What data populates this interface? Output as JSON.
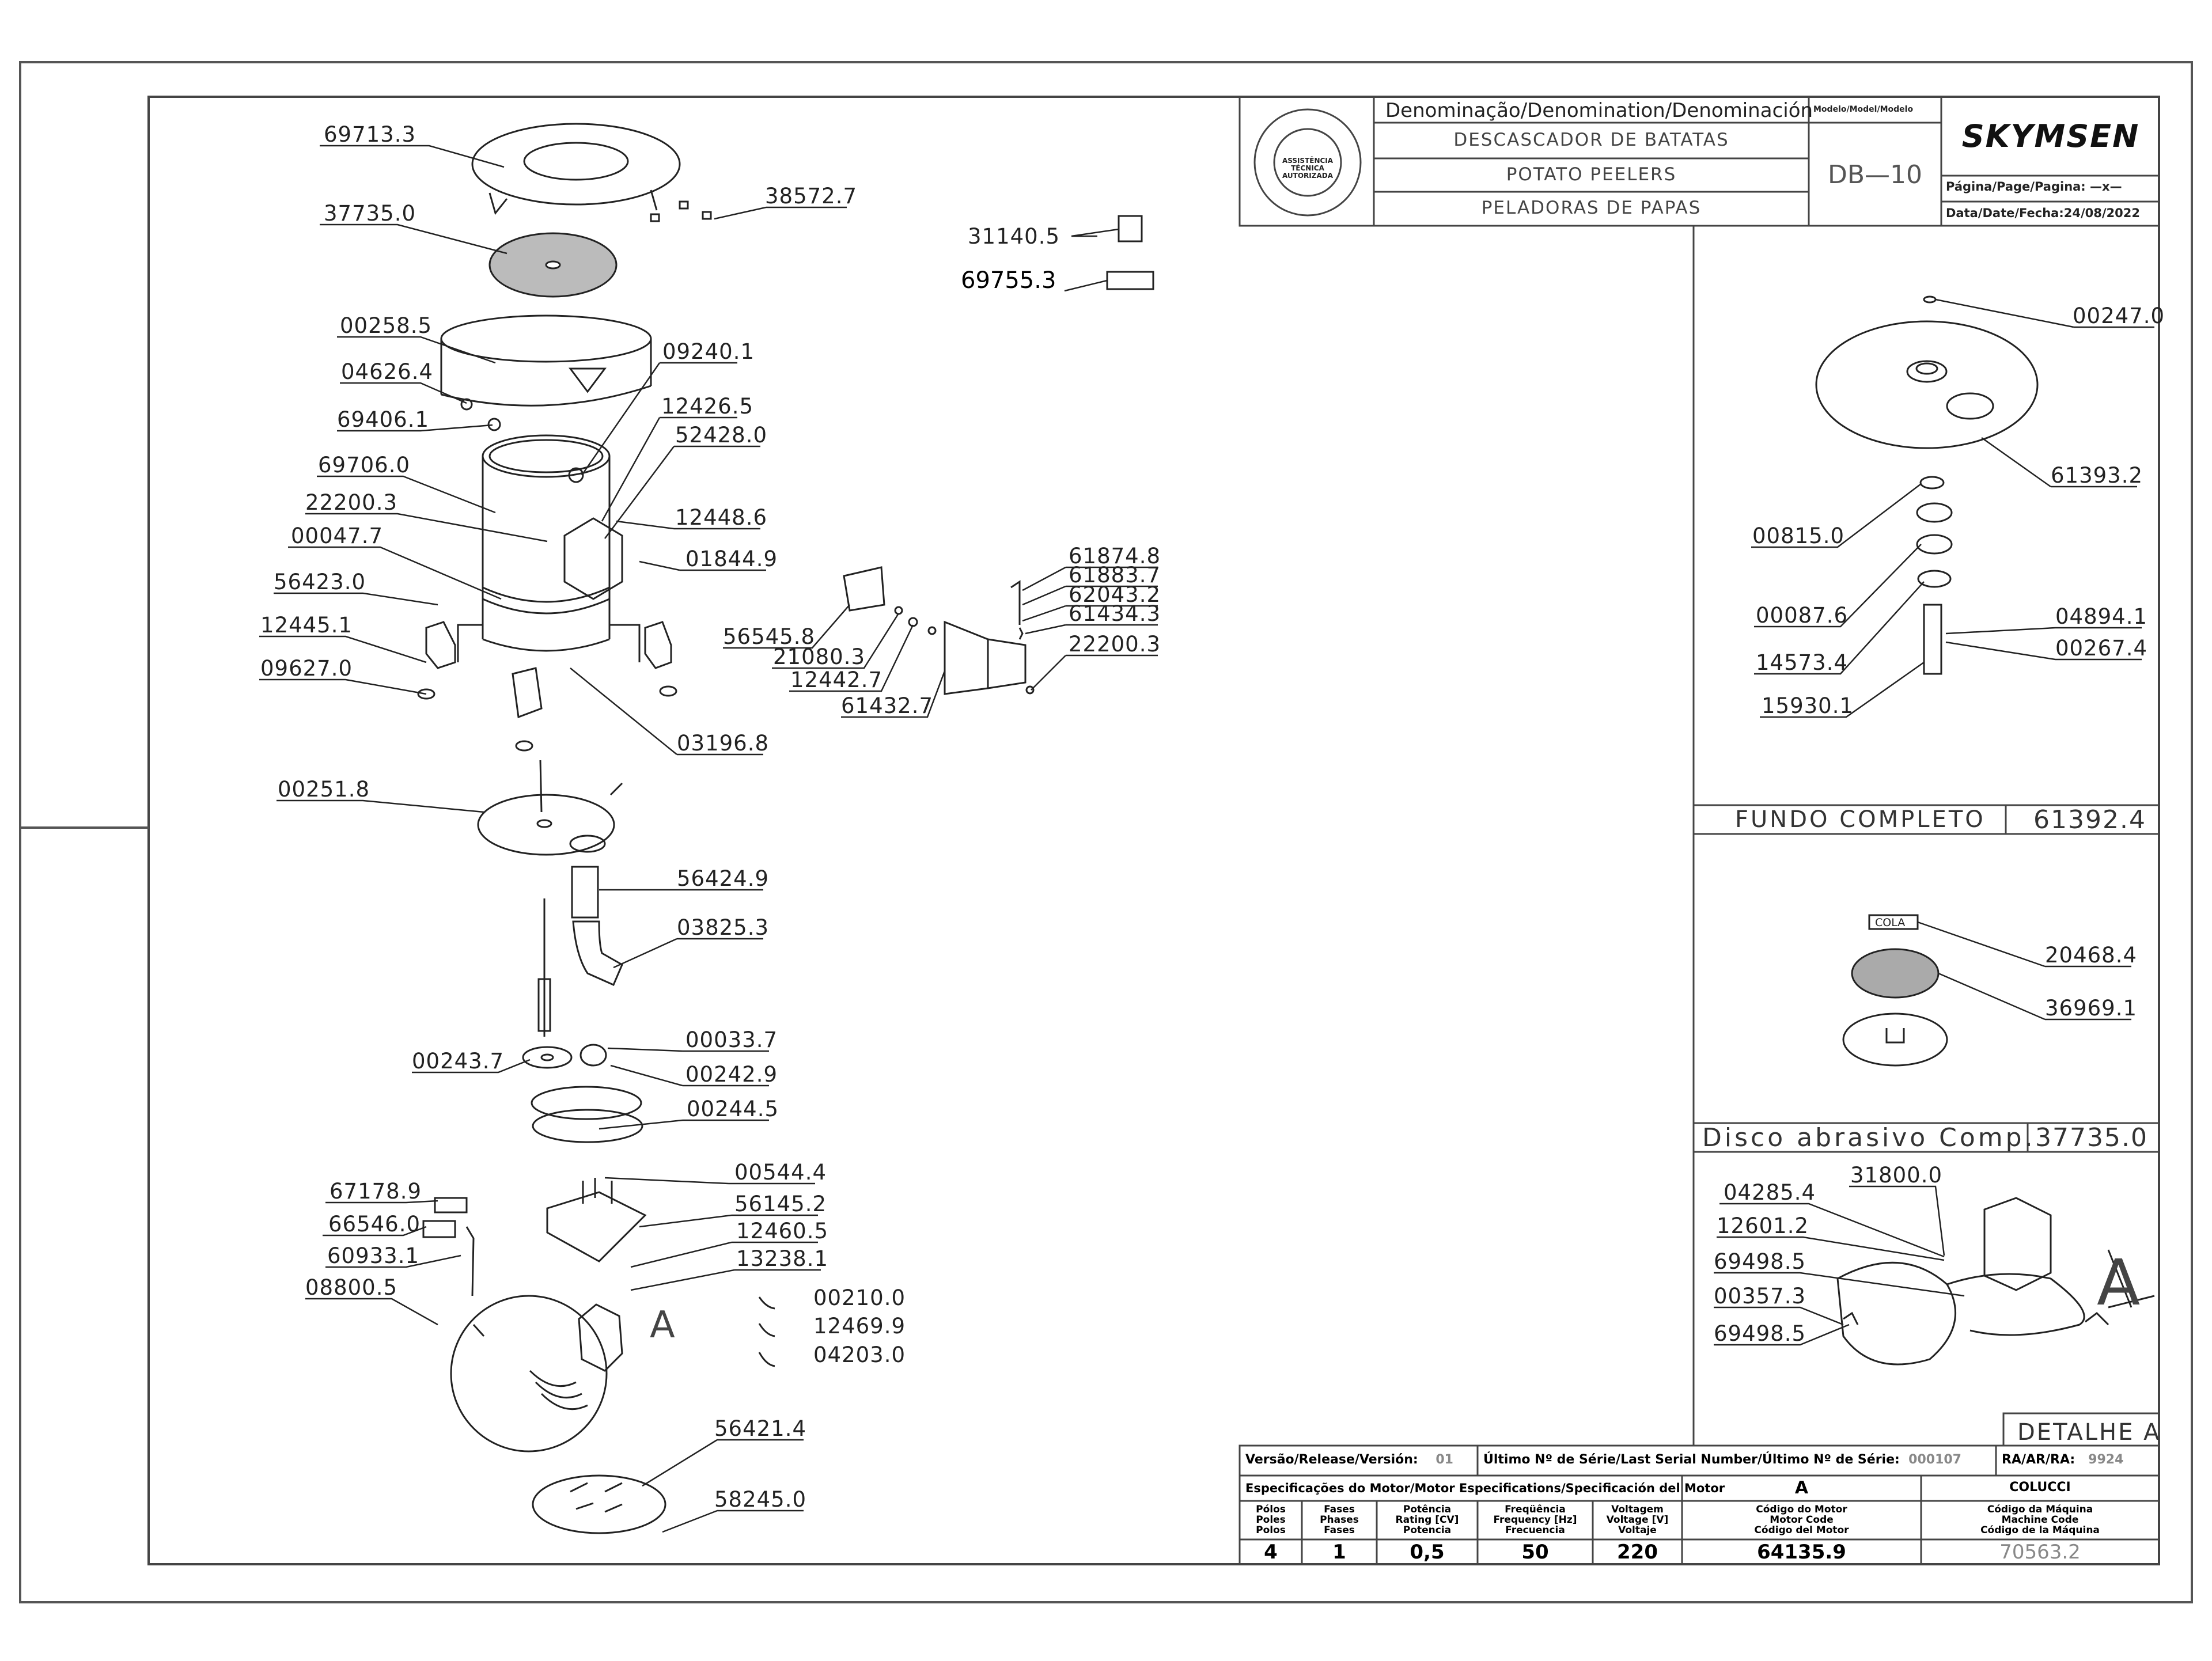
{
  "header": {
    "seal_text": "ASSISTÊNCIA TÉCNICA AUTORIZADA",
    "denomination_label": "Denominação/Denomination/Denominación",
    "model_label": "Modelo/Model/Modelo",
    "name_pt": "DESCASCADOR DE BATATAS",
    "name_en": "POTATO PEELERS",
    "name_es": "PELADORAS DE PAPAS",
    "model_value": "DB—10",
    "brand": "SKYMSEN",
    "page_label": "Página/Page/Pagina:",
    "page_value": "—x—",
    "date_label": "Data/Date/Fecha:",
    "date_value": "24/08/2022"
  },
  "parts_main": [
    "69713.3",
    "37735.0",
    "38572.7",
    "00258.5",
    "04626.4",
    "09240.1",
    "69406.1",
    "12426.5",
    "52428.0",
    "69706.0",
    "22200.3",
    "12448.6",
    "00047.7",
    "01844.9",
    "56423.0",
    "12445.1",
    "09627.0",
    "03196.8",
    "00251.8",
    "56424.9",
    "03825.3",
    "00243.7",
    "00033.7",
    "00242.9",
    "00244.5",
    "00544.4",
    "56145.2",
    "12460.5",
    "13238.1",
    "67178.9",
    "66546.0",
    "60933.1",
    "08800.5",
    "00210.0",
    "12469.9",
    "04203.0",
    "56421.4",
    "58245.0"
  ],
  "parts_kit": [
    "31140.5",
    "69755.3"
  ],
  "parts_bracket": [
    "61874.8",
    "61883.7",
    "62043.2",
    "61434.3",
    "22200.3",
    "56545.8",
    "21080.3",
    "12442.7",
    "61432.7"
  ],
  "section_bottom": {
    "parts": [
      "00247.0",
      "61393.2",
      "00815.0",
      "00087.6",
      "04894.1",
      "14573.4",
      "00267.4",
      "15930.1"
    ],
    "title": "FUNDO COMPLETO",
    "code": "61392.4"
  },
  "section_disc": {
    "glue_label": "COLA",
    "parts": [
      "20468.4",
      "36969.1"
    ],
    "title": "Disco abrasivo Comp.",
    "code": "37735.0"
  },
  "section_detail": {
    "parts": [
      "04285.4",
      "31800.0",
      "12601.2",
      "69498.5",
      "00357.3",
      "69498.5"
    ],
    "letter": "A",
    "title": "DETALHE A"
  },
  "motor_letter": "A",
  "title_block": {
    "version_label": "Versão/Release/Versión:",
    "version_value": "01",
    "serial_label": "Último Nº de Série/Last Serial Number/Último Nº de Série:",
    "serial_value": "000107",
    "ra_label": "RA/AR/RA:",
    "ra_value": "9924",
    "motor_spec_label": "Especificações do Motor/Motor Especifications/Specificación del Motor",
    "motor_letter": "A",
    "maker": "COLUCCI",
    "headers": [
      [
        "Pólos",
        "Poles",
        "Polos"
      ],
      [
        "Fases",
        "Phases",
        "Fases"
      ],
      [
        "Potência",
        "Rating [CV]",
        "Potencia"
      ],
      [
        "Freqüência",
        "Frequency [Hz]",
        "Frecuencia"
      ],
      [
        "Voltagem",
        "Voltage [V]",
        "Voltaje"
      ],
      [
        "Código do Motor",
        "Motor Code",
        "Código del Motor"
      ],
      [
        "Código da Máquina",
        "Machine Code",
        "Código de la Máquina"
      ]
    ],
    "values": [
      "4",
      "1",
      "0,5",
      "50",
      "220",
      "64135.9",
      "70563.2"
    ]
  }
}
